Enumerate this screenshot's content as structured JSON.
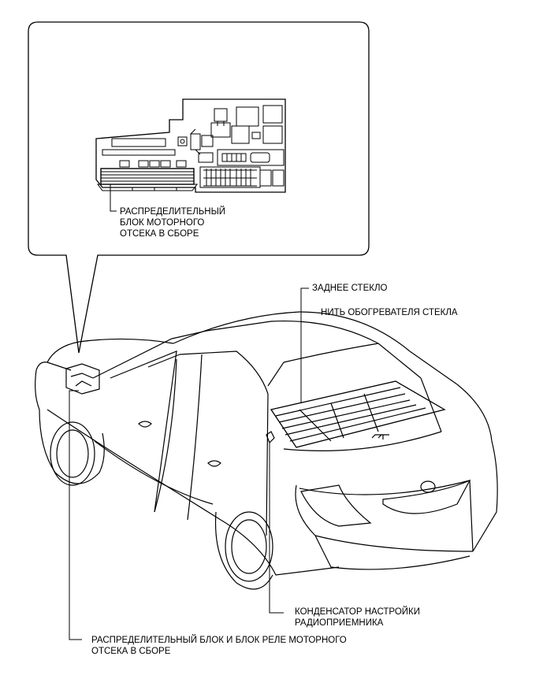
{
  "labels": {
    "fuse_box_callout": [
      "РАСПРЕДЕЛИТЕЛЬНЫЙ",
      "БЛОК МОТОРНОГО",
      "ОТСЕКА В СБОРЕ"
    ],
    "rear_glass": "ЗАДНЕЕ СТЕКЛО",
    "defogger_wire": "-  НИТЬ ОБОГРЕВАТЕЛЯ СТЕКЛА",
    "condenser": [
      "КОНДЕНСАТОР НАСТРОЙКИ",
      "РАДИОПРИЕМНИКА"
    ],
    "junction_block": [
      "РАСПРЕДЕЛИТЕЛЬНЫЙ БЛОК И БЛОК РЕЛЕ МОТОРНОГО",
      "ОТСЕКА В СБОРЕ"
    ]
  },
  "colors": {
    "line": "#000000",
    "background": "#ffffff"
  }
}
